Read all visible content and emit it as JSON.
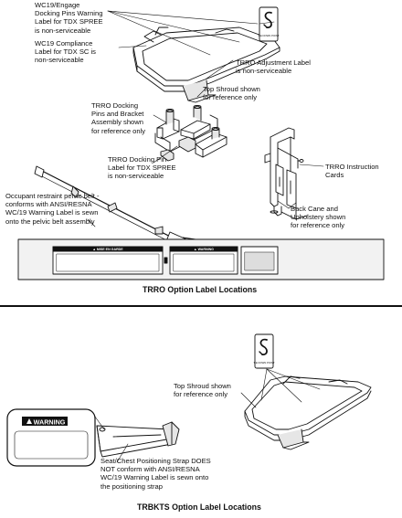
{
  "section_top": {
    "caption": "TRRO Option Label Locations",
    "callouts": {
      "wc19_engage": "WC19/Engage\nDocking Pins Warning\nLabel for TDX SPREE\nis non-serviceable",
      "wc19_compliance": "WC19 Compliance\nLabel for TDX SC is\nnon-serviceable",
      "trro_adjustment": "TRRO Adjustment Label\nis non-serviceable",
      "top_shroud": "Top Shroud shown\nfor reference only",
      "docking_pins_bracket": "TRRO Docking\nPins and Bracket\nAssembly shown\nfor reference only",
      "docking_pin_label": "TRRO Docking Pin\nLabel for TDX SPREE\nis non-serviceable",
      "instruction_cards": "TRRO Instruction\nCards",
      "back_cane": "Back Cane and\nUpholstery shown\nfor reference only",
      "pelvic_belt": "Occupant restraint pelvic belt -\nconforms with ANSI/RESNA\nWC/19 Warning Label is sewn\nonto the pelvic belt assembly"
    },
    "warning_strip": {
      "left_header": "▲ MISE EN GARDE",
      "right_header": "▲ WARNING"
    }
  },
  "section_bottom": {
    "caption": "TRBKTS Option Label Locations",
    "callouts": {
      "top_shroud": "Top Shroud shown\nfor reference only",
      "seat_chest_strap": "Seat/Chest Positioning Strap DOES\nNOT conform with ANSI/RESNA\nWC/19 Warning Label is sewn onto\nthe positioning strap"
    },
    "warning_label": "WARNING"
  },
  "tag_text": "TIE DOWN POINT",
  "colors": {
    "line": "#111111",
    "fill": "#ffffff",
    "shade": "#e6e6e6",
    "strip": "#f2f2f2"
  }
}
